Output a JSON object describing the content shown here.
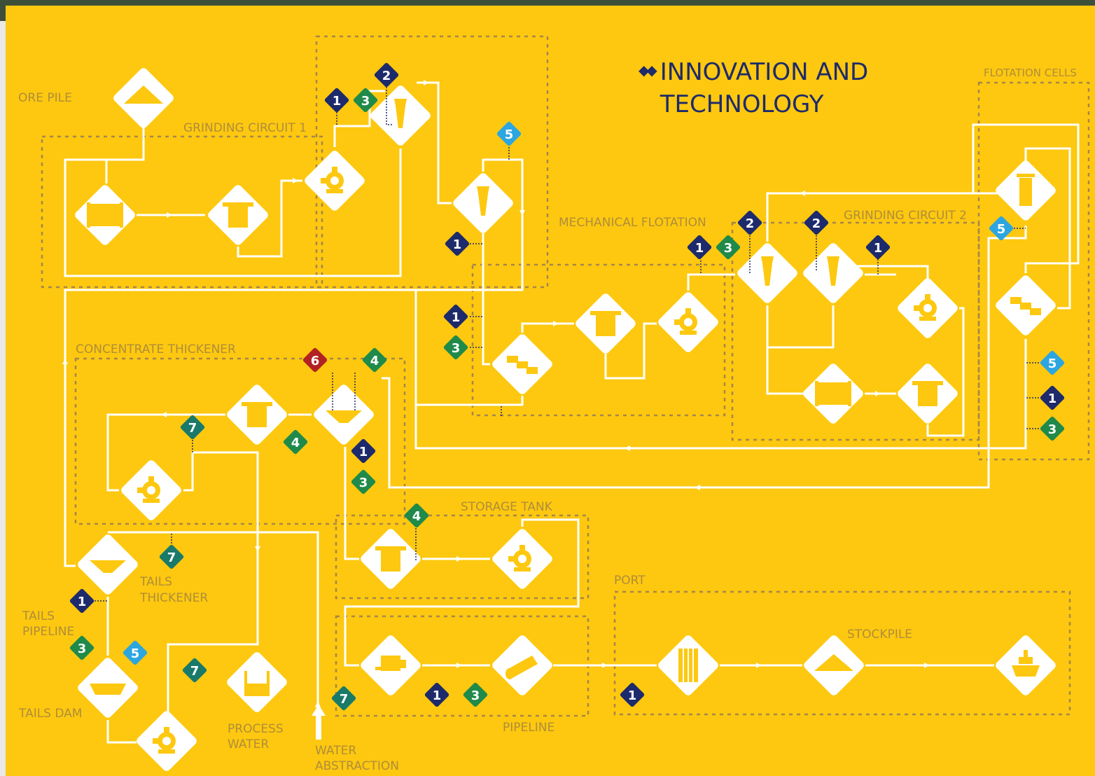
{
  "title": {
    "line1": "INNOVATION AND",
    "line2": "TECHNOLOGY"
  },
  "areas": {
    "ore_pile": "ORE PILE",
    "grinding_circuit_1": "GRINDING CIRCUIT 1",
    "mechanical_flotation": "MECHANICAL FLOTATION",
    "grinding_circuit_2": "GRINDING CIRCUIT 2",
    "flotation_cells": "FLOTATION CELLS",
    "concentrate_thickener": "CONCENTRATE THICKENER",
    "storage_tank": "STORAGE TANK",
    "port": "PORT",
    "stockpile": "STOCKPILE",
    "pipeline": "PIPELINE",
    "tails_thickener": [
      "TAILS",
      "THICKENER"
    ],
    "tails_pipeline": [
      "TAILS",
      "PIPELINE"
    ],
    "tails_dam": "TAILS DAM",
    "process_water": [
      "PROCESS",
      "WATER"
    ],
    "water_abstraction": [
      "WATER",
      "ABSTRACTION"
    ]
  },
  "colors": {
    "background": "#fdc80f",
    "line": "#ffffff",
    "area_label": "#b08d3a",
    "dotted": "#a6864a",
    "title": "#1d2a6b",
    "marker_1": "#1d2a6b",
    "marker_2": "#1d2a6b",
    "marker_3": "#1f8a4a",
    "marker_4": "#1f8a4a",
    "marker_5": "#2ca6e0",
    "marker_6": "#b22222",
    "marker_7": "#1a7a6a"
  },
  "markers": [
    {
      "id": "m1",
      "n": "1",
      "color": "marker_1"
    },
    {
      "id": "m2",
      "n": "3",
      "color": "marker_3"
    },
    {
      "id": "m3",
      "n": "2",
      "color": "marker_2"
    },
    {
      "id": "m4",
      "n": "5",
      "color": "marker_5"
    },
    {
      "id": "m5",
      "n": "1",
      "color": "marker_1"
    },
    {
      "id": "m6",
      "n": "1",
      "color": "marker_1"
    },
    {
      "id": "m7",
      "n": "3",
      "color": "marker_3"
    },
    {
      "id": "m8",
      "n": "6",
      "color": "marker_6"
    },
    {
      "id": "m9",
      "n": "4",
      "color": "marker_4"
    },
    {
      "id": "m10",
      "n": "7",
      "color": "marker_7"
    },
    {
      "id": "m11",
      "n": "4",
      "color": "marker_4"
    },
    {
      "id": "m12",
      "n": "1",
      "color": "marker_1"
    },
    {
      "id": "m13",
      "n": "3",
      "color": "marker_3"
    },
    {
      "id": "m14",
      "n": "4",
      "color": "marker_4"
    },
    {
      "id": "m15",
      "n": "7",
      "color": "marker_7"
    },
    {
      "id": "m16",
      "n": "1",
      "color": "marker_1"
    },
    {
      "id": "m17",
      "n": "3",
      "color": "marker_3"
    },
    {
      "id": "m18",
      "n": "5",
      "color": "marker_5"
    },
    {
      "id": "m19",
      "n": "7",
      "color": "marker_7"
    },
    {
      "id": "m20",
      "n": "7",
      "color": "marker_7"
    },
    {
      "id": "m21",
      "n": "1",
      "color": "marker_1"
    },
    {
      "id": "m22",
      "n": "3",
      "color": "marker_3"
    },
    {
      "id": "m23",
      "n": "1",
      "color": "marker_1"
    },
    {
      "id": "m24",
      "n": "1",
      "color": "marker_1"
    },
    {
      "id": "m25",
      "n": "3",
      "color": "marker_3"
    },
    {
      "id": "m26",
      "n": "2",
      "color": "marker_2"
    },
    {
      "id": "m27",
      "n": "2",
      "color": "marker_2"
    },
    {
      "id": "m28",
      "n": "1",
      "color": "marker_1"
    },
    {
      "id": "m29",
      "n": "5",
      "color": "marker_5"
    },
    {
      "id": "m30",
      "n": "5",
      "color": "marker_5"
    },
    {
      "id": "m31",
      "n": "1",
      "color": "marker_1"
    },
    {
      "id": "m32",
      "n": "3",
      "color": "marker_3"
    }
  ],
  "nodes": [
    {
      "id": "ore-pile",
      "icon": "pile-icon"
    },
    {
      "id": "mill-1",
      "icon": "mill-icon"
    },
    {
      "id": "tank-1",
      "icon": "tank-icon"
    },
    {
      "id": "pump-1",
      "icon": "pump-icon"
    },
    {
      "id": "cyclone-1",
      "icon": "cyclone-icon"
    },
    {
      "id": "cyclone-2",
      "icon": "cyclone-icon"
    },
    {
      "id": "flotation-1",
      "icon": "flotation-icon"
    },
    {
      "id": "tank-2",
      "icon": "tank-icon"
    },
    {
      "id": "pump-2",
      "icon": "pump-icon"
    },
    {
      "id": "cyclone-3",
      "icon": "cyclone-icon"
    },
    {
      "id": "cyclone-4",
      "icon": "cyclone-icon"
    },
    {
      "id": "pump-3",
      "icon": "pump-icon"
    },
    {
      "id": "mill-2",
      "icon": "mill-icon"
    },
    {
      "id": "tank-3",
      "icon": "tank-icon"
    },
    {
      "id": "column-cell",
      "icon": "column-icon"
    },
    {
      "id": "flotation-2",
      "icon": "flotation-icon"
    },
    {
      "id": "tank-4",
      "icon": "tank-icon"
    },
    {
      "id": "thickener-1",
      "icon": "thickener-icon"
    },
    {
      "id": "pump-4",
      "icon": "pump-icon"
    },
    {
      "id": "tails-thickener",
      "icon": "thickener-icon"
    },
    {
      "id": "tank-5",
      "icon": "tank-icon"
    },
    {
      "id": "pump-5",
      "icon": "pump-icon"
    },
    {
      "id": "filter",
      "icon": "filter-icon"
    },
    {
      "id": "pipe",
      "icon": "pipe-icon"
    },
    {
      "id": "tails-dam",
      "icon": "dam-icon"
    },
    {
      "id": "pump-6",
      "icon": "pump-icon"
    },
    {
      "id": "process-water",
      "icon": "water-tank-icon"
    },
    {
      "id": "port-stock",
      "icon": "stock-icon"
    },
    {
      "id": "stockpile",
      "icon": "pile-icon"
    },
    {
      "id": "ship",
      "icon": "ship-icon"
    }
  ]
}
